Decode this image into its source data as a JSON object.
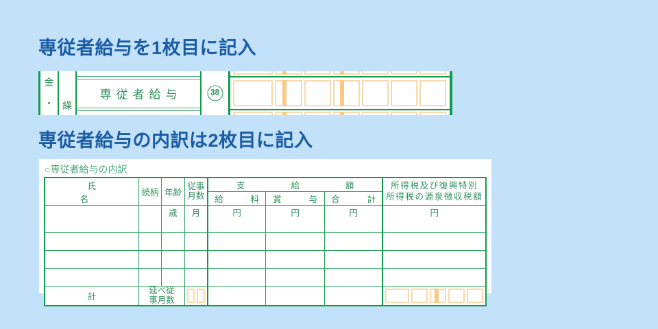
{
  "page": {
    "background_color": "#c3e1f8",
    "heading_color": "#1a5ca5",
    "form_line_color": "#0f9b4c",
    "form_text_color": "#2f8f5b",
    "box_border_color": "#fbd9ab",
    "box_separator_color": "#fac985"
  },
  "headings": {
    "first": "専従者給与を1枚目に記入",
    "second": "専従者給与の内訳は2枚目に記入"
  },
  "form_strip": {
    "left_label_top": "金",
    "left_label_bottom": "・",
    "second_label": "繰",
    "row_label": "専従者給与",
    "row_number": "38",
    "amount_boxes": [
      {
        "wide": true,
        "separator": false
      },
      {
        "wide": false,
        "separator": true
      },
      {
        "wide": false,
        "separator": false
      },
      {
        "wide": false,
        "separator": true
      },
      {
        "wide": false,
        "separator": false
      },
      {
        "wide": false,
        "separator": false
      },
      {
        "wide": false,
        "separator": false
      }
    ]
  },
  "breakdown": {
    "title": "○専従者給与の内訳",
    "headers": {
      "name": "氏　　　　名",
      "relationship": "続柄",
      "age": "年齢",
      "months_worked": "従事\n月数",
      "payment_group": "支　　給　　額",
      "salary": "給　　料",
      "bonus": "賞　　与",
      "subtotal": "合　　計",
      "withholding_tax": "所得税及び復興特別\n所得税の源泉徴収税額"
    },
    "units": {
      "age": "歳",
      "months": "月",
      "salary": "円",
      "bonus": "円",
      "subtotal": "円",
      "withholding_tax": "円"
    },
    "data_rows": [
      {
        "name": "",
        "relationship": "",
        "age": "",
        "months_worked": "",
        "salary": "",
        "bonus": "",
        "subtotal": "",
        "withholding_tax": ""
      },
      {
        "name": "",
        "relationship": "",
        "age": "",
        "months_worked": "",
        "salary": "",
        "bonus": "",
        "subtotal": "",
        "withholding_tax": ""
      },
      {
        "name": "",
        "relationship": "",
        "age": "",
        "months_worked": "",
        "salary": "",
        "bonus": "",
        "subtotal": "",
        "withholding_tax": ""
      },
      {
        "name": "",
        "relationship": "",
        "age": "",
        "months_worked": "",
        "salary": "",
        "bonus": "",
        "subtotal": "",
        "withholding_tax": ""
      }
    ],
    "total_row": {
      "label": "計",
      "cumulative_months_label": "延べ従\n事月数",
      "months_boxes": 2,
      "salary": "",
      "bonus": "",
      "subtotal": "",
      "tax_boxes": [
        {
          "wide": true,
          "separator": false
        },
        {
          "wide": false,
          "separator": false
        },
        {
          "wide": false,
          "separator": true
        },
        {
          "wide": false,
          "separator": false
        },
        {
          "wide": false,
          "separator": false
        }
      ]
    }
  }
}
